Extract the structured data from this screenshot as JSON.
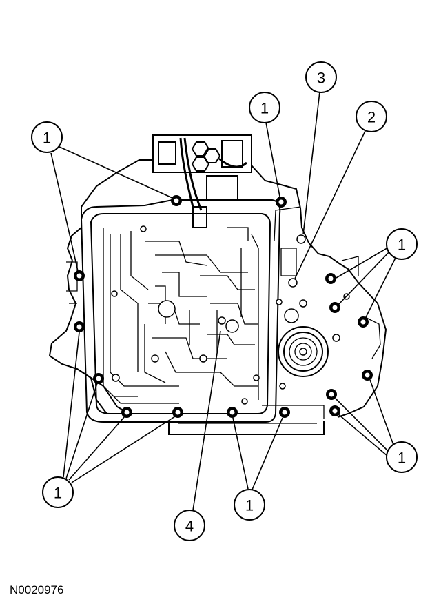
{
  "figure_id": "N0020976",
  "callouts": [
    {
      "label": "1"
    },
    {
      "label": "1"
    },
    {
      "label": "1"
    },
    {
      "label": "1"
    },
    {
      "label": "1"
    },
    {
      "label": "1"
    },
    {
      "label": "2"
    },
    {
      "label": "3"
    },
    {
      "label": "4"
    }
  ]
}
